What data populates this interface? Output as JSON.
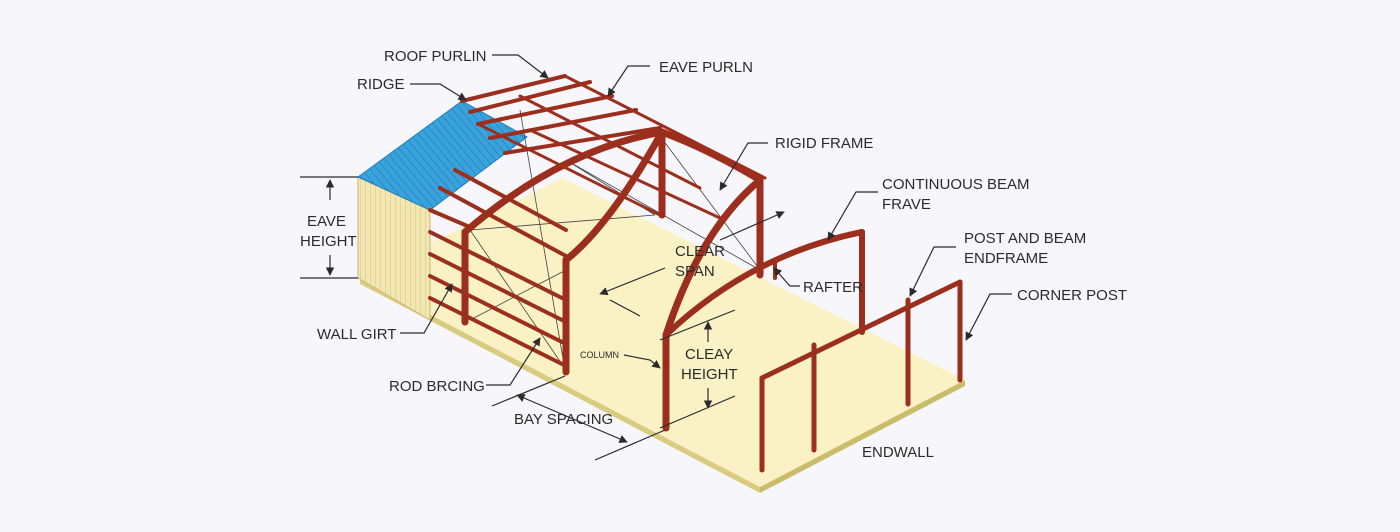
{
  "labels": {
    "roof_purlin": "ROOF PURLIN",
    "ridge": "RIDGE",
    "eave_purlin": "EAVE PURLN",
    "rigid_frame": "RIGID FRAME",
    "continuous_beam_1": "CONTINUOUS BEAM",
    "continuous_beam_2": "FRAVE",
    "eave_height_1": "EAVE",
    "eave_height_2": "HEIGHT",
    "clear_span_1": "CLEAR",
    "clear_span_2": "SPAN",
    "post_beam_1": "POST AND BEAM",
    "post_beam_2": "ENDFRAME",
    "rafter": "RAFTER",
    "corner_post": "CORNER POST",
    "wall_girt": "WALL GIRT",
    "column": "COLUMN",
    "clear_height_1": "CLEAY",
    "clear_height_2": "HEIGHT",
    "rod_bracing": "ROD BRCING",
    "bay_spacing": "BAY SPACING",
    "endwall": "ENDWALL"
  },
  "colors": {
    "background": "#f7f6fb",
    "floor": "#faf1c4",
    "floor_edge": "#c9bd6a",
    "steel": "#9c2e1d",
    "roof_panel": "#3aa3dc",
    "wall_panel": "#f2e7b0"
  }
}
